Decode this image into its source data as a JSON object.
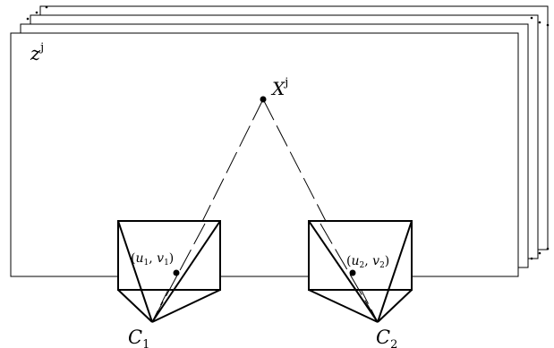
{
  "plane_label": {
    "base": "z",
    "sup": "j"
  },
  "point_label": {
    "base": "X",
    "sup": "j"
  },
  "camera_left": {
    "base": "C",
    "sub": "1",
    "proj": {
      "u": "u",
      "us": "1",
      "v": "v",
      "vs": "1"
    }
  },
  "camera_right": {
    "base": "C",
    "sub": "2",
    "proj": {
      "u": "u",
      "us": "2",
      "v": "v",
      "vs": "2"
    }
  },
  "stack_ellipsis": "..."
}
